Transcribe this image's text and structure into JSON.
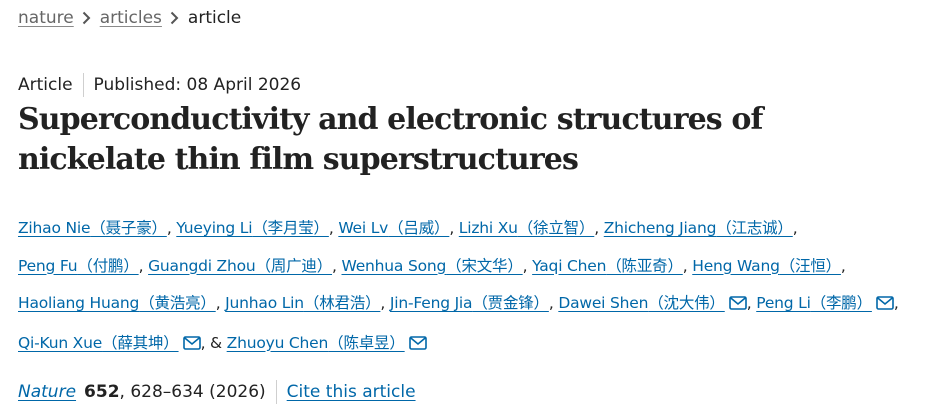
{
  "breadcrumb": {
    "items": [
      "nature",
      "articles",
      "article"
    ]
  },
  "meta": {
    "type": "Article",
    "published": "Published: 08 April 2026"
  },
  "title": "Superconductivity and electronic structures of nickelate thin film superstructures",
  "authors": [
    {
      "name": "Zihao Nie",
      "cn": "（聂子豪）"
    },
    {
      "name": "Yueying Li",
      "cn": "（李月莹）"
    },
    {
      "name": "Wei Lv",
      "cn": "（吕威）"
    },
    {
      "name": "Lizhi Xu",
      "cn": "（徐立智）"
    },
    {
      "name": "Zhicheng Jiang",
      "cn": "（江志诚）"
    },
    {
      "name": "Peng Fu",
      "cn": "（付鹏）"
    },
    {
      "name": "Guangdi Zhou",
      "cn": "（周广迪）"
    },
    {
      "name": "Wenhua Song",
      "cn": "（宋文华）"
    },
    {
      "name": "Yaqi Chen",
      "cn": "（陈亚奇）"
    },
    {
      "name": "Heng Wang",
      "cn": "（汪恒）"
    },
    {
      "name": "Haoliang Huang",
      "cn": "（黄浩亮）"
    },
    {
      "name": "Junhao Lin",
      "cn": "（林君浩）"
    },
    {
      "name": "Jin-Feng Jia",
      "cn": "（贾金锋）"
    },
    {
      "name": "Dawei Shen",
      "cn": "（沈大伟）",
      "email": true
    },
    {
      "name": "Peng Li",
      "cn": "（李鹏）",
      "email": true
    },
    {
      "name": "Qi-Kun Xue",
      "cn": "（薛其坤）",
      "email": true
    },
    {
      "name": "Zhuoyu Chen",
      "cn": "（陈卓昱）",
      "email": true
    }
  ],
  "separators": {
    "comma": ",",
    "amp": "&"
  },
  "citation": {
    "journal": "Nature",
    "volume": "652",
    "pages_year": ", 628–634 (2026)",
    "cite_label": "Cite this article"
  },
  "colors": {
    "link": "#0067a8",
    "text": "#222222",
    "breadcrumb_link": "#666666"
  }
}
